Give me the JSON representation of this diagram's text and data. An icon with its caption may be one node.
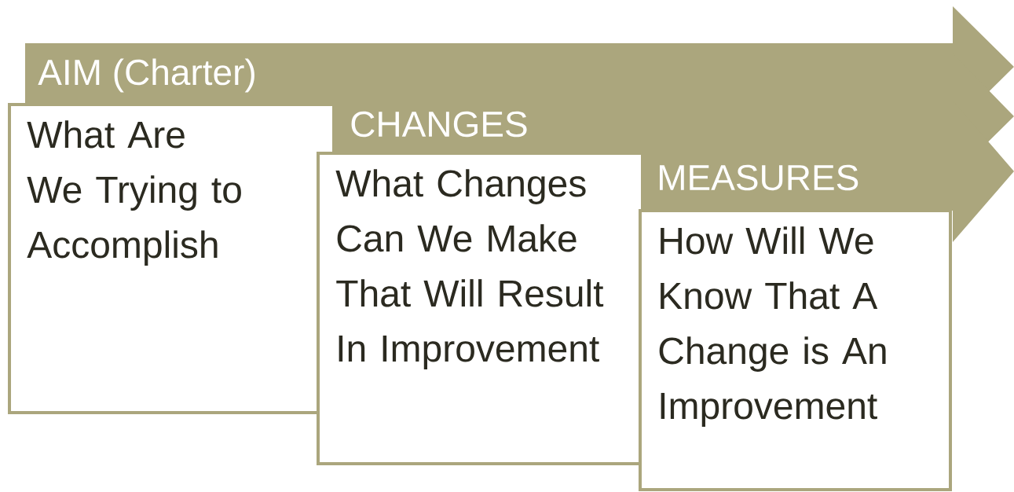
{
  "diagram": {
    "nodes": [
      {
        "text": [
          "AIM (Charter)"
        ]
      },
      {
        "text": [
          "What Are We Trying to Accomplish"
        ]
      },
      {
        "text": [
          "CHANGES"
        ]
      },
      {
        "text": [
          "What Changes Can We Make That Will Result In Improvement"
        ]
      },
      {
        "text": [
          "MEASURES"
        ]
      },
      {
        "text": [
          "How Will We Know That A Change is An Improvement"
        ]
      }
    ]
  }
}
